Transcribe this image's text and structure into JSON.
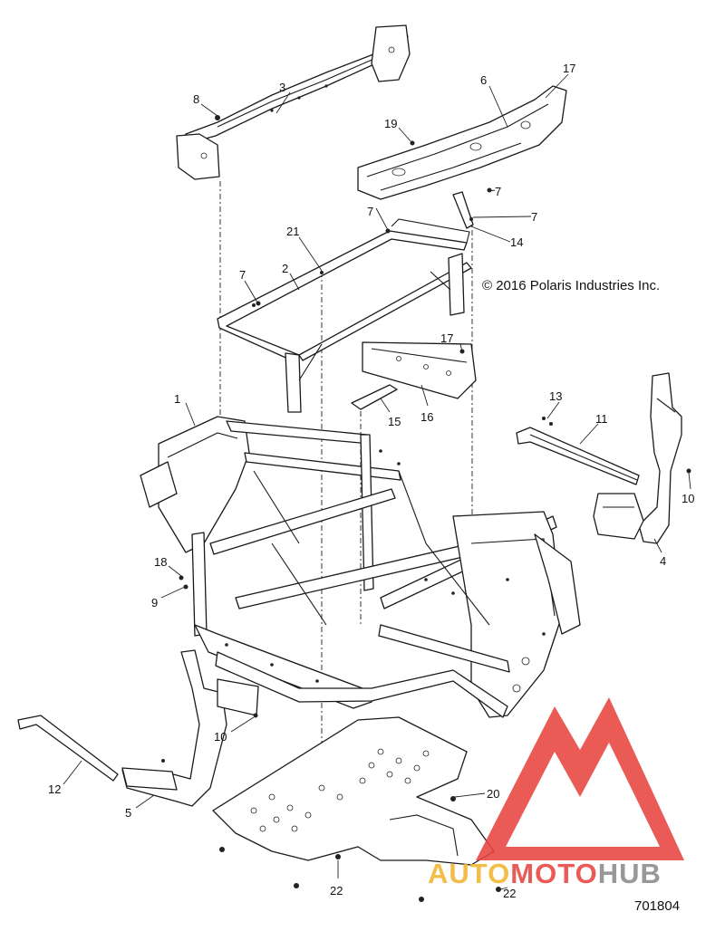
{
  "copyright": "© 2016 Polaris Industries Inc.",
  "document_number": "701804",
  "watermark": {
    "part1": "AUTO",
    "part2": "MOTO",
    "part3": "HUB",
    "colors": {
      "auto": "#f2b531",
      "moto": "#e8443f",
      "hub": "#8a8a8a",
      "logo": "#e8443f"
    }
  },
  "callouts": {
    "c1": "1",
    "c2": "2",
    "c3": "3",
    "c4": "4",
    "c5": "5",
    "c6": "6",
    "c7a": "7",
    "c7b": "7",
    "c7c": "7",
    "c7d": "7",
    "c8": "8",
    "c9": "9",
    "c10a": "10",
    "c10b": "10",
    "c11": "11",
    "c12": "12",
    "c13": "13",
    "c14": "14",
    "c15": "15",
    "c16": "16",
    "c17a": "17",
    "c17b": "17",
    "c18": "18",
    "c19": "19",
    "c20": "20",
    "c21": "21",
    "c22a": "22",
    "c22b": "22"
  }
}
